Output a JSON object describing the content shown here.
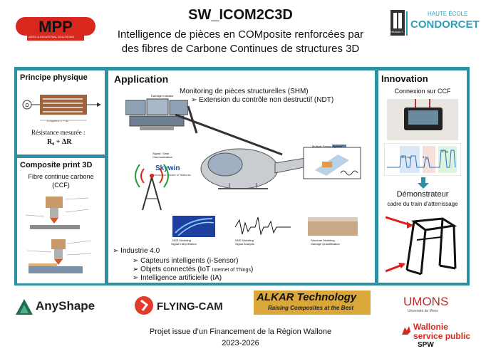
{
  "header": {
    "mpp_logo_text": "MPP",
    "mpp_logo_sub": "AERO & INDUSTRIAL SOLUTIONS",
    "title": "SW_ICOM2C3D",
    "subtitle_line1": "Intelligence de pièces en COMposite renforcées par",
    "subtitle_line2": "des fibres de Carbone Continues de structures 3D",
    "condorcet_top": "HAUTE ÉCOLE",
    "condorcet_name": "CONDORCET",
    "condorcet_mark": "HAINAUT"
  },
  "principe": {
    "title": "Principe physique",
    "label_lm": "Longueur: L + ΔL",
    "resistance_label": "Résistance mesurée :",
    "formula": "R₀ + ΔR"
  },
  "composite": {
    "title": "Composite print 3D",
    "fibre_line1": "Fibre continue carbone",
    "fibre_line2": "(CCF)"
  },
  "application": {
    "title": "Application",
    "shm": "Monitoring de pièces structurelles (SHM)",
    "ndt": "Extension du contrôle non destructif (NDT)",
    "damage_indicator": "Damage Indicator",
    "signal_comm": "Signal / Data Communication",
    "multiple_sensor": "Multiple Sensor System",
    "skywin": "Skywin",
    "skywin_sub": "Aerospace Cluster of Wallonia",
    "nde_modeling1": "NDE Modeling",
    "nde_sub1": "Signal Interpretation",
    "nde_modeling2": "NDE Modeling",
    "nde_sub2": "Signal Analysis",
    "structure_modeling": "Structure Modeling",
    "structure_sub": "Damage Quantification",
    "industrie": "Industrie 4.0",
    "item1": "Capteurs intelligents (i-Sensor)",
    "item2_main": "Objets connectés (IoT ",
    "item2_small": "Internet of Things",
    "item2_end": ")",
    "item3": "Intelligence artificielle (IA)"
  },
  "innovation": {
    "title": "Innovation",
    "connexion": "Connexion sur CCF",
    "chart_labels": [
      "11.1 kg",
      "5 kg",
      "12 kg"
    ],
    "demonstrateur": "Démonstrateur",
    "cadre": "cadre du train d’atterrissage"
  },
  "partners": {
    "anyshape": "AnyShape",
    "flyingcam": "FLYING-CAM",
    "alkar": "ALKAR Technology",
    "alkar_sub": "Raising Composites at the Best",
    "umons": "UMONS",
    "umons_sub": "Université de Mons",
    "wallonie1": "Wallonie",
    "wallonie2": "service public",
    "wallonie3": "SPW"
  },
  "footer": {
    "line1": "Projet issue d’un Financement de la Région Wallone",
    "line2": "2023-2026"
  },
  "colors": {
    "frame": "#2f8fa3",
    "mpp_red": "#d8281d",
    "condorcet_teal": "#2f9fb7",
    "umons_red": "#b73030",
    "wallonie_red": "#d52b1e",
    "alkar_orange": "#e07a1a"
  }
}
